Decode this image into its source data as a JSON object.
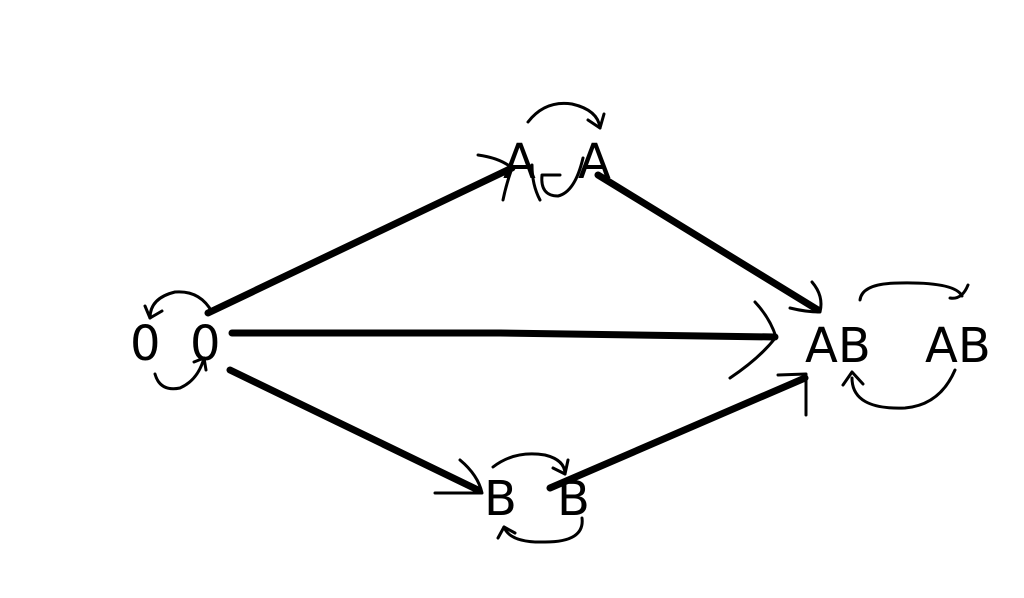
{
  "nodes": {
    "zero_left": "0",
    "zero_right": "0",
    "a_left": "A",
    "a_right": "A",
    "b_left": "B",
    "b_right": "B",
    "ab_left": "AB",
    "ab_right": "AB"
  },
  "colors": {
    "background": "#ffffff",
    "ink": "#000000"
  }
}
